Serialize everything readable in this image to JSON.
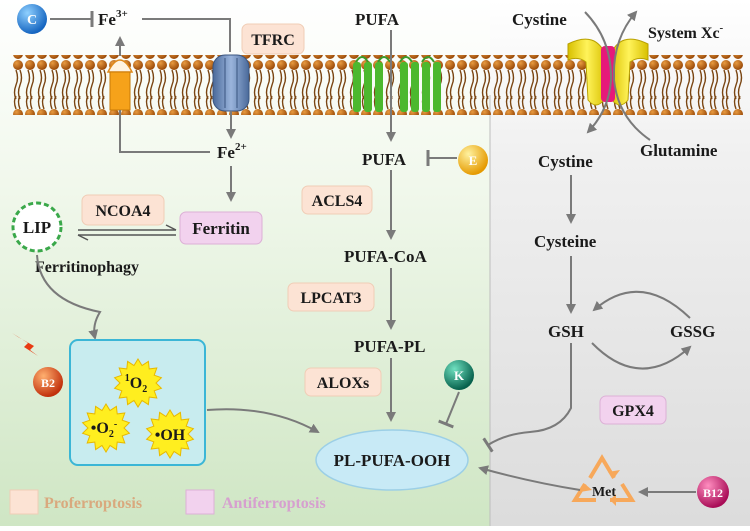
{
  "vitamins": {
    "c": "C",
    "e": "E",
    "k": "K",
    "b2": "B2",
    "b12": "B12"
  },
  "iron": {
    "fe3": "Fe",
    "fe3_sup": "3+",
    "fe2": "Fe",
    "fe2_sup": "2+",
    "tfrc": "TFRC",
    "lip": "LIP",
    "ncoa4": "NCOA4",
    "ferritin": "Ferritin",
    "ferritinophagy": "Ferritinophagy"
  },
  "lipid": {
    "pufa_top": "PUFA",
    "pufa": "PUFA",
    "acsl4": "ACLS4",
    "pufa_coa": "PUFA-CoA",
    "lpcat3": "LPCAT3",
    "pufa_pl": "PUFA-PL",
    "aloxs": "ALOXs",
    "pl_pufa_ooh": "PL-PUFA-OOH"
  },
  "ros": {
    "singlet_sup": "1",
    "singlet": "O",
    "singlet_sub": "2",
    "superoxide": "•O",
    "superoxide_sub": "2",
    "superoxide_sup": "-",
    "hydroxyl": "•OH"
  },
  "system_xc": {
    "cystine_out": "Cystine",
    "label": "System Xc",
    "label_sup": "-",
    "glutamine": "Glutamine",
    "cystine_in": "Cystine",
    "cysteine": "Cysteine",
    "gsh": "GSH",
    "gssg": "GSSG",
    "gpx4": "GPX4",
    "met": "Met"
  },
  "legend": {
    "pro": "Proferroptosis",
    "anti": "Antiferroptosis"
  },
  "colors": {
    "proferroptosis_box": "#fce3d4",
    "antiferroptosis_box": "#f2d2ee",
    "left_bg_bottom": "#cfe6c4",
    "right_bg": "#e6e6e6",
    "ros_box": "#c8ecef",
    "ros_border": "#3bb6d6",
    "star": "#ffee1f",
    "arrow": "#7a7a7a",
    "vitamin_c": "#1e86d8",
    "vitamin_e": "#f3b212",
    "vitamin_k": "#0f8c70",
    "vitamin_b2": "#e2501c",
    "vitamin_b12": "#d81c72",
    "recycle": "#f7a85a"
  }
}
